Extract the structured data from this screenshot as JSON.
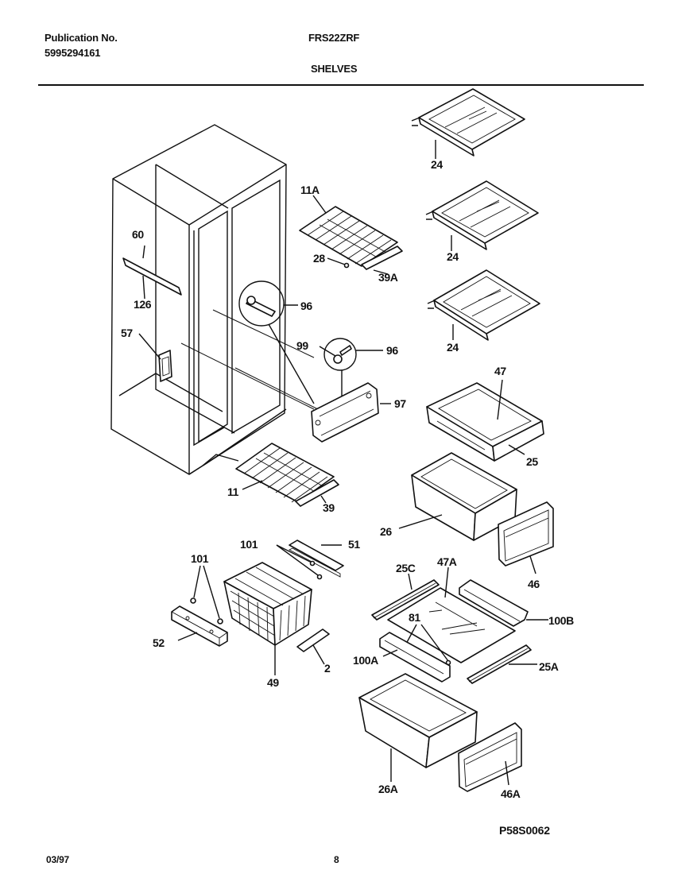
{
  "header": {
    "publication_label": "Publication No.",
    "publication_number": "5995294161",
    "model": "FRS22ZRF",
    "section": "SHELVES"
  },
  "footer": {
    "date": "03/97",
    "page": "8",
    "drawing_id": "P58S0062"
  },
  "parts": {
    "p24a": "24",
    "p24b": "24",
    "p24c": "24",
    "p11A": "11A",
    "p28": "28",
    "p39A": "39A",
    "p60": "60",
    "p126": "126",
    "p57": "57",
    "p96a": "96",
    "p99": "99",
    "p96b": "96",
    "p97": "97",
    "p47": "47",
    "p25": "25",
    "p11": "11",
    "p39": "39",
    "p26": "26",
    "p46": "46",
    "p101a": "101",
    "p51": "51",
    "p101b": "101",
    "p52": "52",
    "p49": "49",
    "p2": "2",
    "p25C": "25C",
    "p47A": "47A",
    "p100B": "100B",
    "p81": "81",
    "p100A": "100A",
    "p25A": "25A",
    "p26A": "26A",
    "p46A": "46A"
  }
}
